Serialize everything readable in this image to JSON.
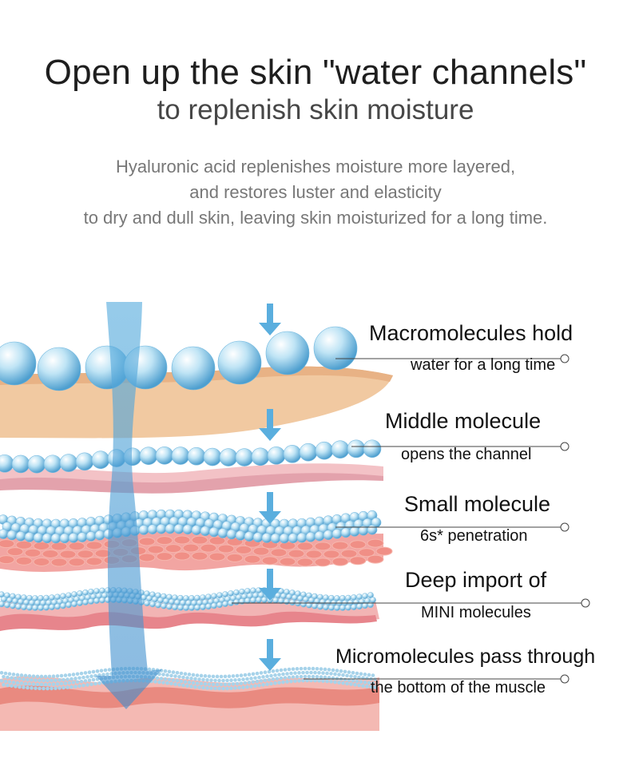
{
  "header": {
    "title_line1": "Open up the skin \"water channels\"",
    "title_line2": "to replenish skin moisture",
    "description": [
      "Hyaluronic acid replenishes moisture more layered,",
      "and restores luster and elasticity",
      "to dry and dull skin, leaving skin moisturized for a long time."
    ]
  },
  "layers": [
    {
      "title": "Macromolecules hold",
      "subtitle": "water for a long time"
    },
    {
      "title": "Middle molecule",
      "subtitle": "opens the channel"
    },
    {
      "title": "Small molecule",
      "subtitle": "6s* penetration"
    },
    {
      "title": "Deep import of",
      "subtitle": "MINI molecules"
    },
    {
      "title": "Micromolecules pass through",
      "subtitle": "the bottom of the muscle"
    }
  ],
  "colors": {
    "arrow": "#5aaede",
    "skin_tan": "#f1c9a1",
    "skin_pink": "#f3b3b3",
    "skin_red": "#eb8f86",
    "molecule": "#8ecbe8"
  }
}
